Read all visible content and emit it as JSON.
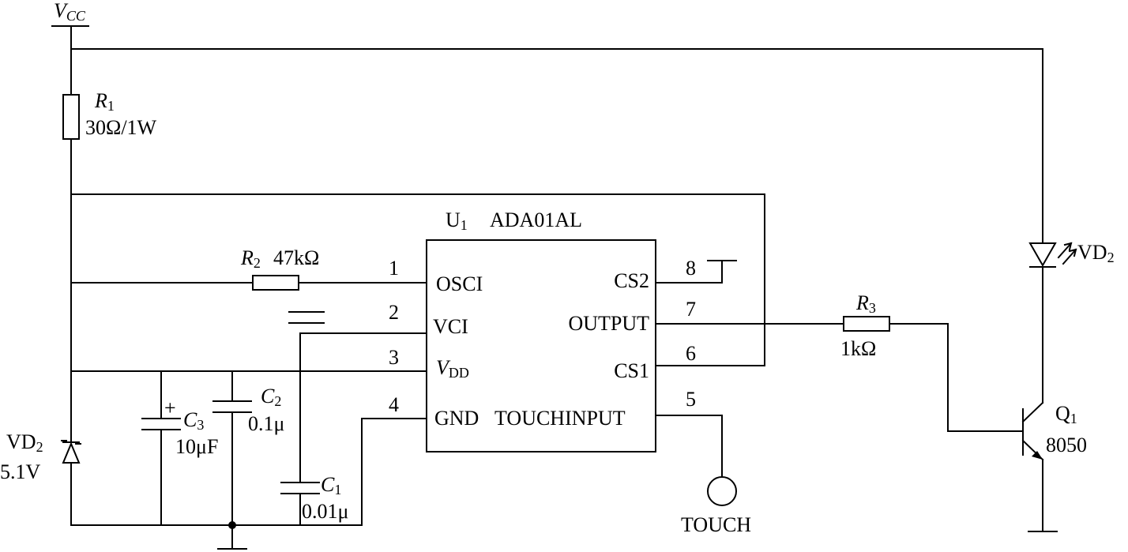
{
  "supply": {
    "main": "V",
    "sub": "CC"
  },
  "ic": {
    "ref_main": "U",
    "ref_sub": "1",
    "part": "ADA01AL"
  },
  "pins": {
    "osci": "OSCI",
    "vci": "VCI",
    "vdd_main": "V",
    "vdd_sub": "DD",
    "gnd": "GND",
    "touchinput": "TOUCHINPUT",
    "cs2": "CS2",
    "output": "OUTPUT",
    "cs1": "CS1"
  },
  "pin_numbers": {
    "p1": "1",
    "p2": "2",
    "p3": "3",
    "p4": "4",
    "p5": "5",
    "p6": "6",
    "p7": "7",
    "p8": "8"
  },
  "r1": {
    "ref_main": "R",
    "ref_sub": "1",
    "value": "30Ω/1W"
  },
  "r2": {
    "ref_main": "R",
    "ref_sub": "2",
    "value": "47kΩ"
  },
  "r3": {
    "ref_main": "R",
    "ref_sub": "3",
    "value": "1kΩ"
  },
  "c1": {
    "ref_main": "C",
    "ref_sub": "1",
    "value": "0.01μ"
  },
  "c2": {
    "ref_main": "C",
    "ref_sub": "2",
    "value": "0.1μ"
  },
  "c3": {
    "ref_main": "C",
    "ref_sub": "3",
    "value": "10μF",
    "polarity": "+"
  },
  "zener": {
    "ref_main": "VD",
    "ref_sub": "2",
    "value": "5.1V"
  },
  "led": {
    "ref_main": "VD",
    "ref_sub": "2"
  },
  "transistor": {
    "ref_main": "Q",
    "ref_sub": "1",
    "part": "8050"
  },
  "touch": {
    "label": "TOUCH"
  }
}
